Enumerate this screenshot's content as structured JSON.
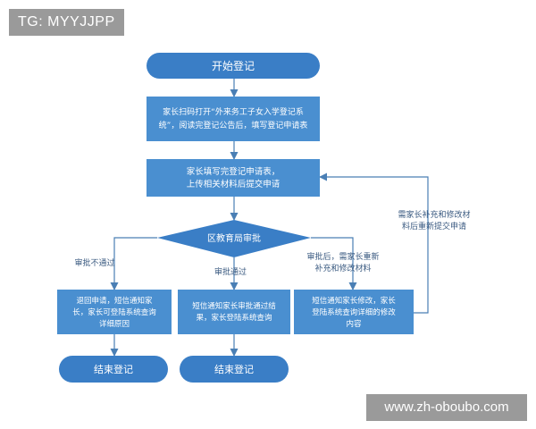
{
  "watermarks": {
    "top_left": "TG: MYYJJPP",
    "bottom_right": "www.zh-oboubo.com"
  },
  "colors": {
    "node_fill": "#4a8fd0",
    "terminal_fill": "#3a7ec6",
    "node_text": "#ffffff",
    "line": "#4a7fb5",
    "label_text": "#3a5a80"
  },
  "flowchart": {
    "start": "开始登记",
    "step1": [
      "家长扫码打开“外来务工子女入学登记系",
      "统”，阅读完登记公告后，填写登记申请表"
    ],
    "step2": [
      "家长填写完登记申请表，",
      "上传相关材料后提交申请"
    ],
    "decision": "区教育局审批",
    "branch_left_label": "审批不通过",
    "branch_mid_label": "审批通过",
    "branch_right_label": [
      "审批后，需家长重新",
      "补充和修改材料"
    ],
    "loop_label": [
      "需家长补充和修改材",
      "料后重新提交申请"
    ],
    "left_box": [
      "退回申请，短信通知家",
      "长，家长可登陆系统查询",
      "详细原因"
    ],
    "mid_box": [
      "短信通知家长审批通过结",
      "果，家长登陆系统查询"
    ],
    "right_box": [
      "短信通知家长修改，家长",
      "登陆系统查询详细的修改",
      "内容"
    ],
    "end_left": "结束登记",
    "end_mid": "结束登记"
  }
}
